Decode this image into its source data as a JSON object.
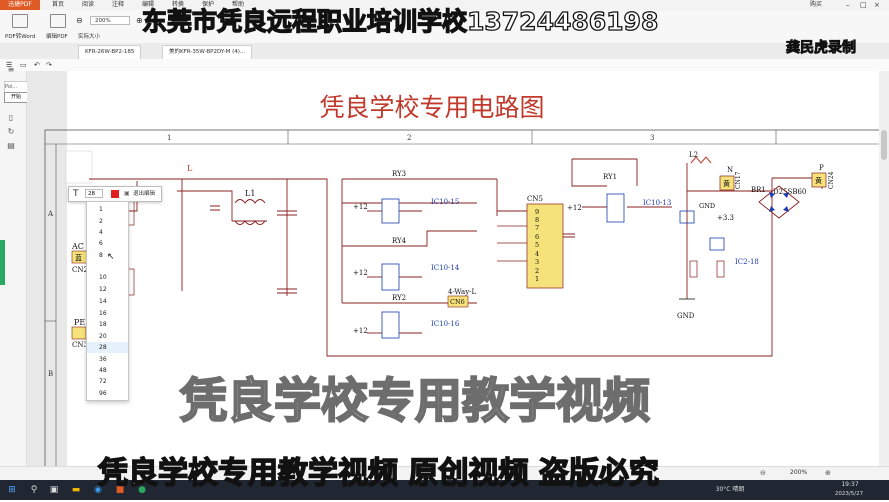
{
  "window": {
    "app_button": "迅捷PDF",
    "menus": [
      "首页",
      "阅读",
      "注释",
      "编辑",
      "转换",
      "保护",
      "帮助"
    ],
    "right_menu": "购买"
  },
  "toolbar": {
    "pdf_to_word": "PDF转Word",
    "edit_pdf": "编辑PDF",
    "zoom": "200%",
    "actual_size": "实际大小"
  },
  "tabs": [
    {
      "label": "KFR-26W-BP2-185"
    },
    {
      "label": "美的KFR-35W-BP2DY-M (4)..."
    }
  ],
  "sidebar": {
    "tooltip": "Poi...",
    "open_label": "开始"
  },
  "font_tool": {
    "size_value": "28",
    "exit_label": "退出编辑",
    "sizes": [
      "1",
      "2",
      "4",
      "6",
      "8",
      "10",
      "12",
      "14",
      "16",
      "18",
      "20",
      "28",
      "36",
      "48",
      "72",
      "96"
    ],
    "selected": "28"
  },
  "schematic": {
    "title": "凭良学校专用电路图",
    "columns": [
      "1",
      "2",
      "3"
    ],
    "rows": [
      "A",
      "B"
    ],
    "relays": [
      "RY3",
      "RY4",
      "RY2",
      "RY1"
    ],
    "ic_labels": [
      "IC10-15",
      "IC10-14",
      "IC10-16",
      "IC10-13",
      "IC2-18"
    ],
    "plus12": "+12",
    "cn5": "CN5",
    "cn5_pins": [
      "9",
      "8",
      "7",
      "6",
      "5",
      "4",
      "3",
      "2",
      "1"
    ],
    "cn6": "CN6",
    "four_way": "4-Way-L",
    "l1": "L1",
    "l2": "L2",
    "l_label": "L",
    "gnd": "GND",
    "plus33": "+3.3",
    "n_label": "N",
    "p_label": "P",
    "cn17": "CN17",
    "cn24": "CN24",
    "br1": "BR1",
    "d25": "D25SB60",
    "yellow": "黄",
    "blue": "蓝",
    "ac": "AC",
    "cn2": "CN2",
    "pe": "PE",
    "cn3": "CN3"
  },
  "overlays": {
    "school": "东莞市凭良远程职业培训学校13724486198",
    "recorder": "龚民虎录制",
    "watermark": "凭良学校专用教学视频",
    "bottom": "凭良学校专用教学视频 原创视频 盗版必究"
  },
  "statusbar": {
    "zoom": "200%"
  },
  "taskbar": {
    "weather": "30°C 晴朗",
    "time": "19:37",
    "date": "2023/5/27"
  },
  "colors": {
    "accent": "#e05a26",
    "wire": "#8a1f1f",
    "title_red": "#c0392b",
    "ic_blue": "#1a3cae",
    "green": "#2aa860",
    "yellow_box": "#f6e27a"
  }
}
